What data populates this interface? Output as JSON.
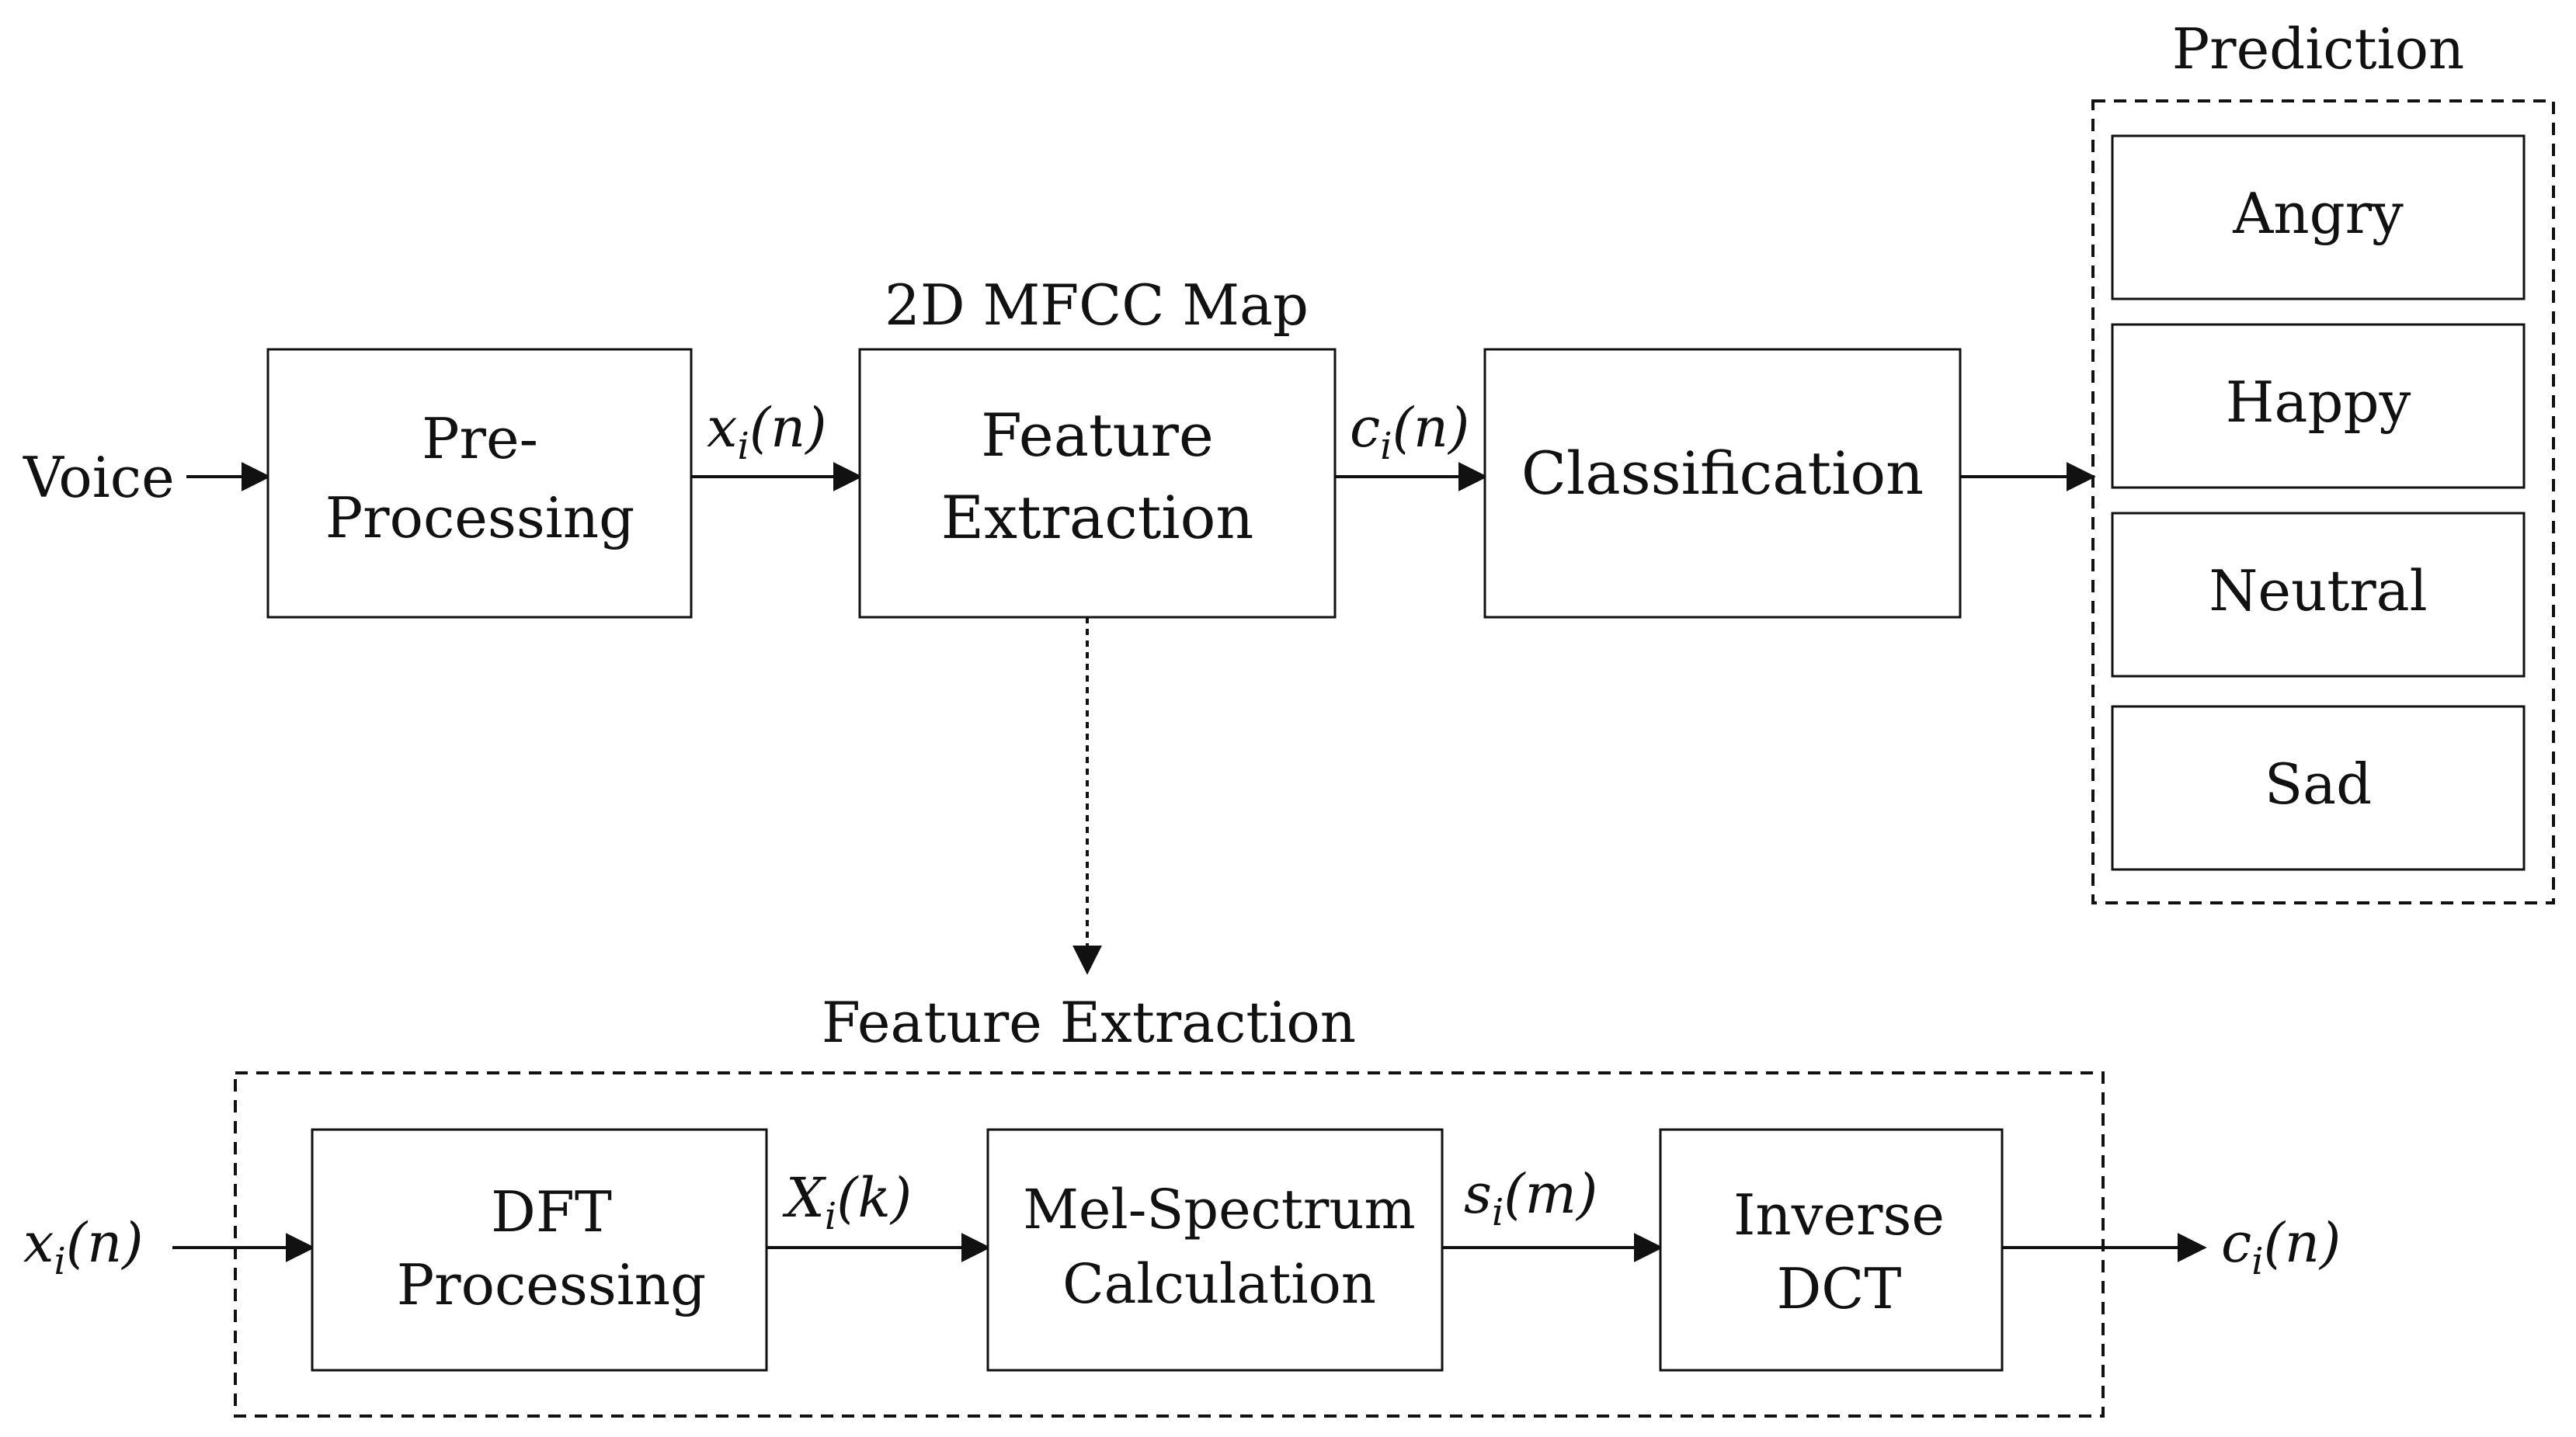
{
  "colors": {
    "stroke": "#111111",
    "background": "#ffffff"
  },
  "pipeline": {
    "input": "Voice",
    "preprocessing": {
      "line1": "Pre-",
      "line2": "Processing"
    },
    "signal_x": {
      "base": "x",
      "sub": "i",
      "arg": "(n)"
    },
    "map_title": "2D MFCC Map",
    "feature_extraction": {
      "line1": "Feature",
      "line2": "Extraction"
    },
    "signal_c": {
      "base": "c",
      "sub": "i",
      "arg": "(n)"
    },
    "classification": "Classification"
  },
  "prediction": {
    "title": "Prediction",
    "classes": [
      "Angry",
      "Happy",
      "Neutral",
      "Sad"
    ]
  },
  "detail": {
    "title": "Feature Extraction",
    "input": {
      "base": "x",
      "sub": "i",
      "arg": "(n)"
    },
    "dft": {
      "line1": "DFT",
      "line2": "Processing"
    },
    "signal_X": {
      "base": "X",
      "sub": "i",
      "arg": "(k)"
    },
    "mel": {
      "line1": "Mel-Spectrum",
      "line2": "Calculation"
    },
    "signal_s": {
      "base": "s",
      "sub": "i",
      "arg": "(m)"
    },
    "idct": {
      "line1": "Inverse",
      "line2": "DCT"
    },
    "output": {
      "base": "c",
      "sub": "i",
      "arg": "(n)"
    }
  }
}
